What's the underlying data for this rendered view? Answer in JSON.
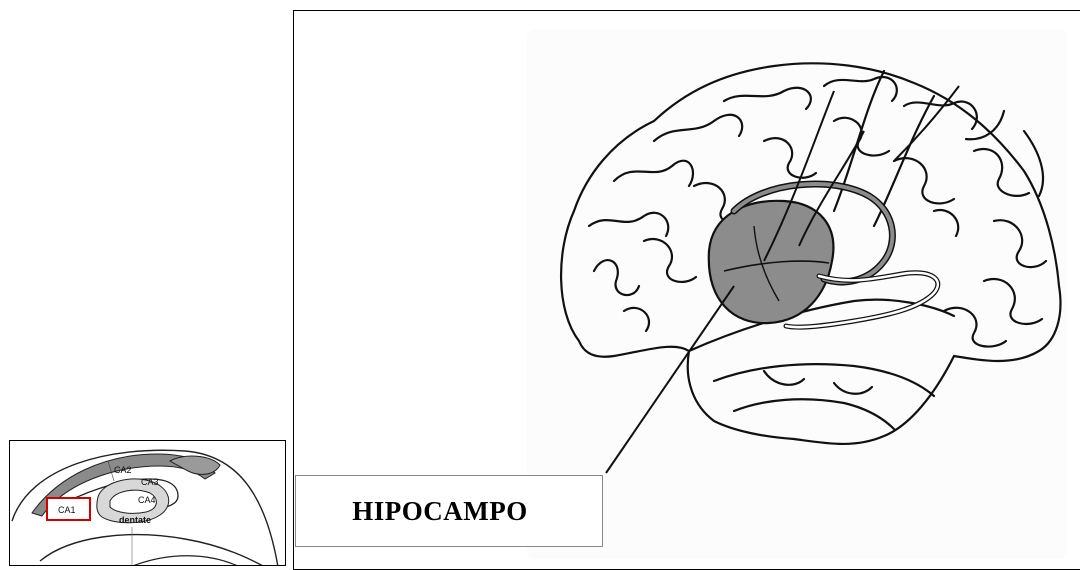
{
  "inset": {
    "ca1": "CA1",
    "ca2": "CA2",
    "ca3": "CA3",
    "ca4": "CA4",
    "dentate": "dentate",
    "highlight_color": "#d40000"
  },
  "main": {
    "label": "HIPOCAMPO",
    "hippocampus_fill": "#8c8c8c"
  }
}
